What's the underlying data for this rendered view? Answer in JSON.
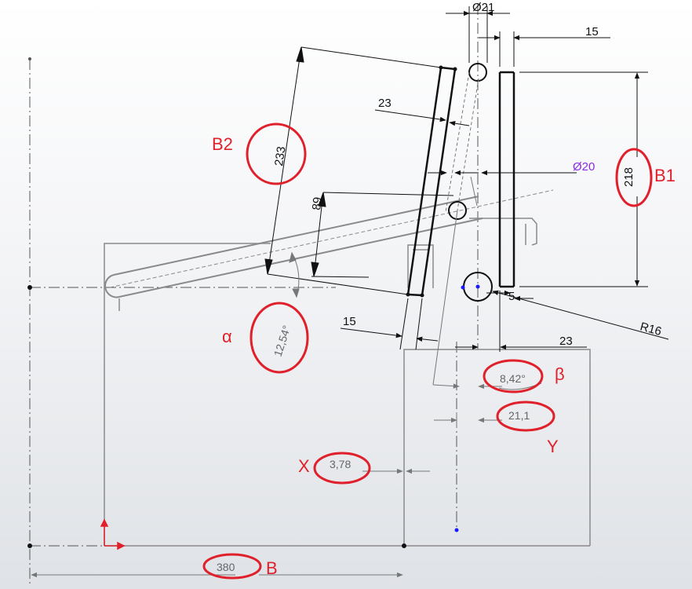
{
  "drawing": {
    "dimensions": {
      "dia_21": "Ø21",
      "d15_top": "15",
      "d23_top": "23",
      "d233": "233",
      "dia_20": "Ø20",
      "d218": "218",
      "d89": "89",
      "d5": "5",
      "r16": "R16",
      "d15_bottom": "15",
      "d23_bottom": "23",
      "angle_alpha": "12,54°",
      "angle_beta": "8,42°",
      "d21_1": "21,1",
      "d3_78": "3,78",
      "d380": "380"
    },
    "labels": {
      "B2": "B2",
      "B1": "B1",
      "alpha": "α",
      "beta": "β",
      "Y": "Y",
      "X": "X",
      "B": "B"
    },
    "colors": {
      "annotation": "#e0202a",
      "geometry": "#111111",
      "construction": "#888888",
      "diameter_text": "#8a2be2",
      "origin": "#e0202a",
      "point": "#1a1aff"
    }
  }
}
